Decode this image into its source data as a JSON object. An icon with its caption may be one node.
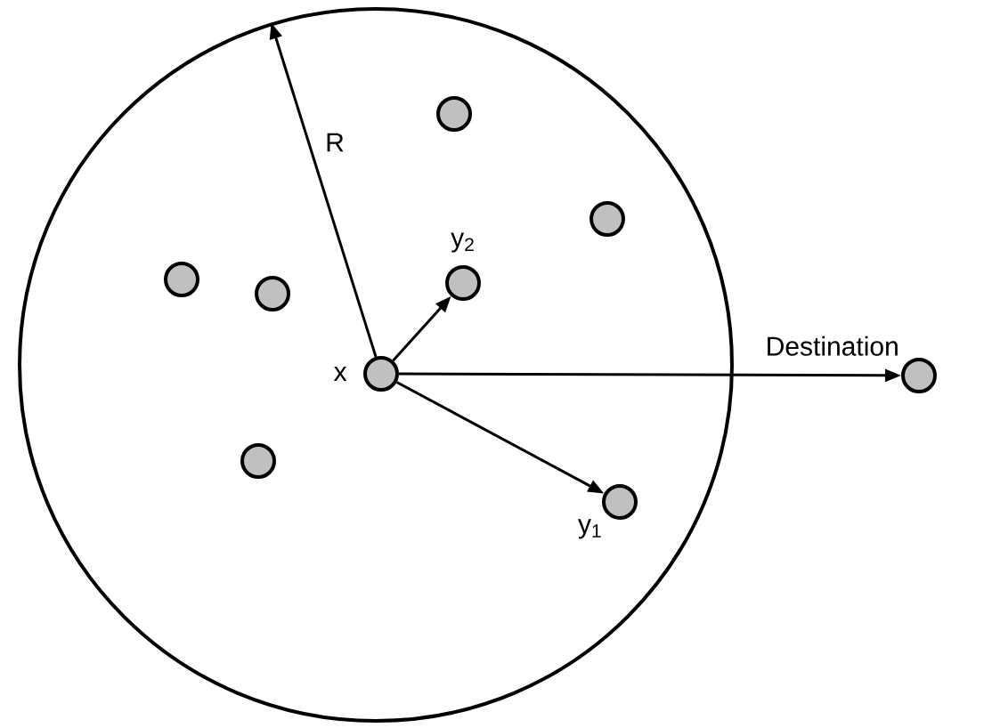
{
  "diagram": {
    "nodes": [
      {
        "text": [],
        "shape": "circle"
      },
      {
        "text": [],
        "shape": "circle",
        "in": 0
      },
      {
        "text": [],
        "shape": "circle",
        "in": 0
      },
      {
        "text": [],
        "shape": "circle",
        "in": 0
      },
      {
        "text": [],
        "shape": "circle",
        "in": 0,
        "beside": [
          "y$_{2}$"
        ]
      },
      {
        "text": [],
        "shape": "circle",
        "in": 0
      },
      {
        "text": [],
        "shape": "circle",
        "in": 0,
        "beside": [
          "x"
        ]
      },
      {
        "text": [],
        "shape": "circle",
        "beside": [
          "Destination"
        ]
      },
      {
        "text": [],
        "shape": "circle",
        "in": 0
      },
      {
        "text": [],
        "shape": "circle",
        "in": 0,
        "beside": [
          "y$_{1}$"
        ]
      }
    ],
    "edges": [
      {
        "from": 6,
        "to": 0,
        "arrow": "to",
        "label": "R"
      },
      {
        "from": 6,
        "to": 4,
        "arrow": "to"
      },
      {
        "from": 6,
        "to": 7,
        "arrow": "to"
      },
      {
        "from": 6,
        "to": 9,
        "arrow": "to"
      }
    ]
  }
}
